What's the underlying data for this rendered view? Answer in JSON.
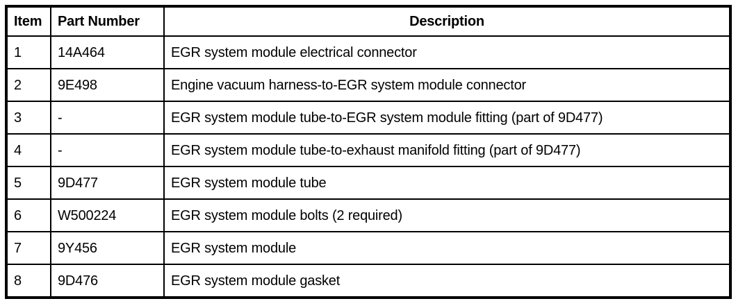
{
  "table": {
    "columns": [
      "Item",
      "Part Number",
      "Description"
    ],
    "rows": [
      {
        "item": "1",
        "part_number": "14A464",
        "description": "EGR system module electrical connector"
      },
      {
        "item": "2",
        "part_number": "9E498",
        "description": "Engine vacuum harness-to-EGR system module connector"
      },
      {
        "item": "3",
        "part_number": "-",
        "description": "EGR system module tube-to-EGR system module fitting (part of 9D477)"
      },
      {
        "item": "4",
        "part_number": "-",
        "description": "EGR system module tube-to-exhaust manifold fitting (part of 9D477)"
      },
      {
        "item": "5",
        "part_number": "9D477",
        "description": "EGR system module tube"
      },
      {
        "item": "6",
        "part_number": "W500224",
        "description": "EGR system module bolts (2 required)"
      },
      {
        "item": "7",
        "part_number": "9Y456",
        "description": "EGR system module"
      },
      {
        "item": "8",
        "part_number": "9D476",
        "description": "EGR system module gasket"
      }
    ]
  },
  "colors": {
    "border": "#000000",
    "background": "#ffffff",
    "text": "#000000"
  }
}
